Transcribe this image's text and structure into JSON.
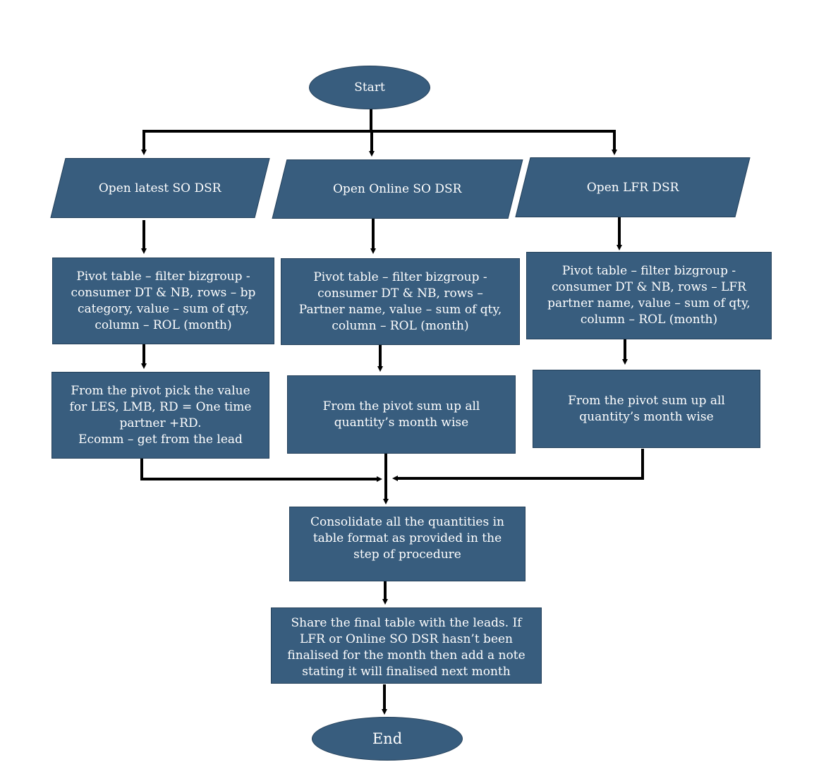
{
  "nodes": {
    "start": "Start",
    "open_so": "Open latest SO DSR",
    "open_online": "Open Online SO DSR",
    "open_lfr": "Open LFR DSR",
    "pivot_so": "Pivot table – filter bizgroup -\nconsumer DT & NB, rows – bp\ncategory, value – sum of qty,\ncolumn – ROL (month)",
    "pivot_online": "Pivot table – filter bizgroup -\nconsumer DT & NB, rows –\nPartner name, value – sum of qty,\ncolumn – ROL (month)",
    "pivot_lfr": "Pivot table – filter bizgroup -\nconsumer DT & NB, rows – LFR\npartner name, value – sum of qty,\ncolumn – ROL (month)",
    "pick_so": "From the pivot pick the value\nfor LES, LMB, RD = One time\npartner +RD.\nEcomm – get from the lead",
    "sum_online": "From the pivot sum up all\nquantity’s month wise",
    "sum_lfr": "From the pivot sum up all\nquantity’s month wise",
    "consolidate": "Consolidate all the quantities in\ntable format as provided in the\nstep of procedure",
    "share": "Share the final table with the leads. If\nLFR or Online SO DSR hasn’t been\nfinalised for the month then add a note\nstating it will finalised next month",
    "end": "End"
  }
}
